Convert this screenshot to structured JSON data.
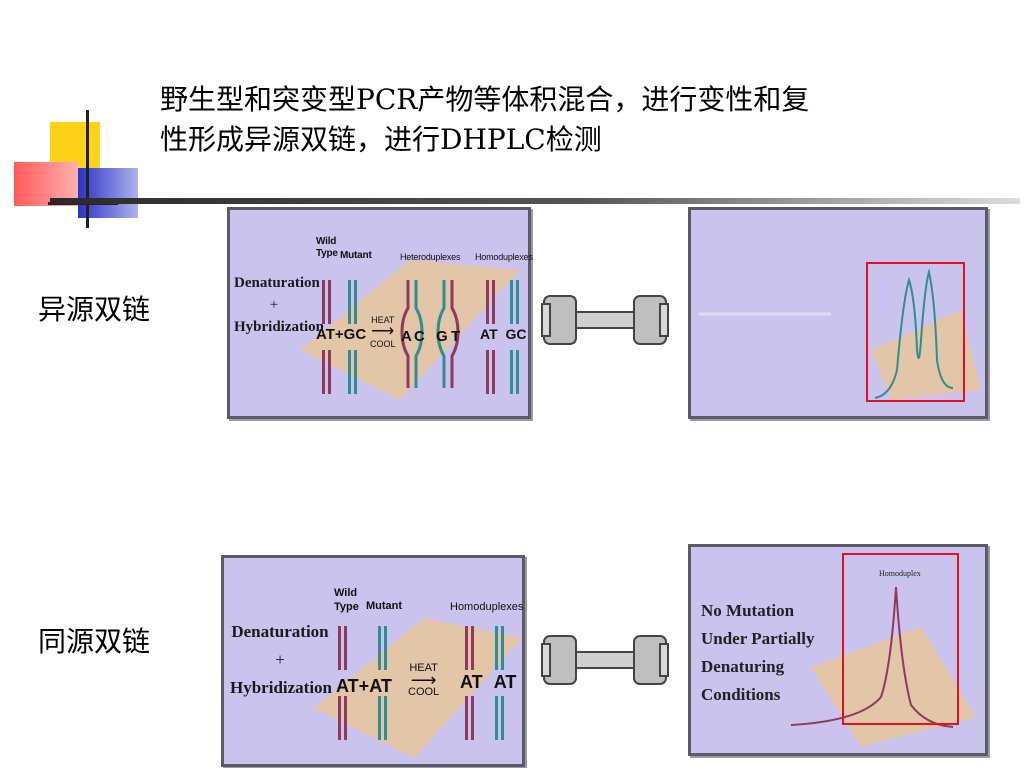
{
  "title": {
    "line1": "野生型和突变型PCR产物等体积混合，进行变性和复",
    "line2": "性形成异源双链，进行DHPLC检测"
  },
  "rows": {
    "hetero_label": "异源双链",
    "homo_label": "同源双链"
  },
  "top_left": {
    "denat": "Denaturation",
    "plus": "+",
    "hybrid": "Hybridization",
    "wild": "Wild",
    "type": "Type",
    "mutant": "Mutant",
    "hetero": "Heteroduplexes",
    "homo": "Homoduplexes",
    "at": "AT",
    "plus_sign": "+",
    "gc": "GC",
    "heat": "HEAT",
    "arrow": "⟶",
    "cool": "COOL",
    "a": "A",
    "c": "C",
    "g": "G",
    "t": "T",
    "at2": "AT",
    "gc2": "GC"
  },
  "bottom_left": {
    "denat": "Denaturation",
    "plus": "+",
    "hybrid": "Hybridization",
    "wild": "Wild",
    "type": "Type",
    "mutant": "Mutant",
    "homo": "Homoduplexes",
    "at": "AT",
    "plus_sign": "+",
    "at_mut": "AT",
    "heat": "HEAT",
    "arrow": "⟶",
    "cool": "COOL",
    "at3": "AT",
    "at4": "AT"
  },
  "bottom_right": {
    "cond1": "No Mutation",
    "cond2": "Under Partially",
    "cond3": "Denaturing",
    "cond4": "Conditions",
    "peak_label": "Homoduplex"
  },
  "colors": {
    "panel_bg": "#c9c3ee",
    "wild_strand": "#8e3a5e",
    "mutant_strand": "#2f8e93",
    "highlight_box": "#e0141e",
    "orange_plane": "#f5c77a"
  }
}
